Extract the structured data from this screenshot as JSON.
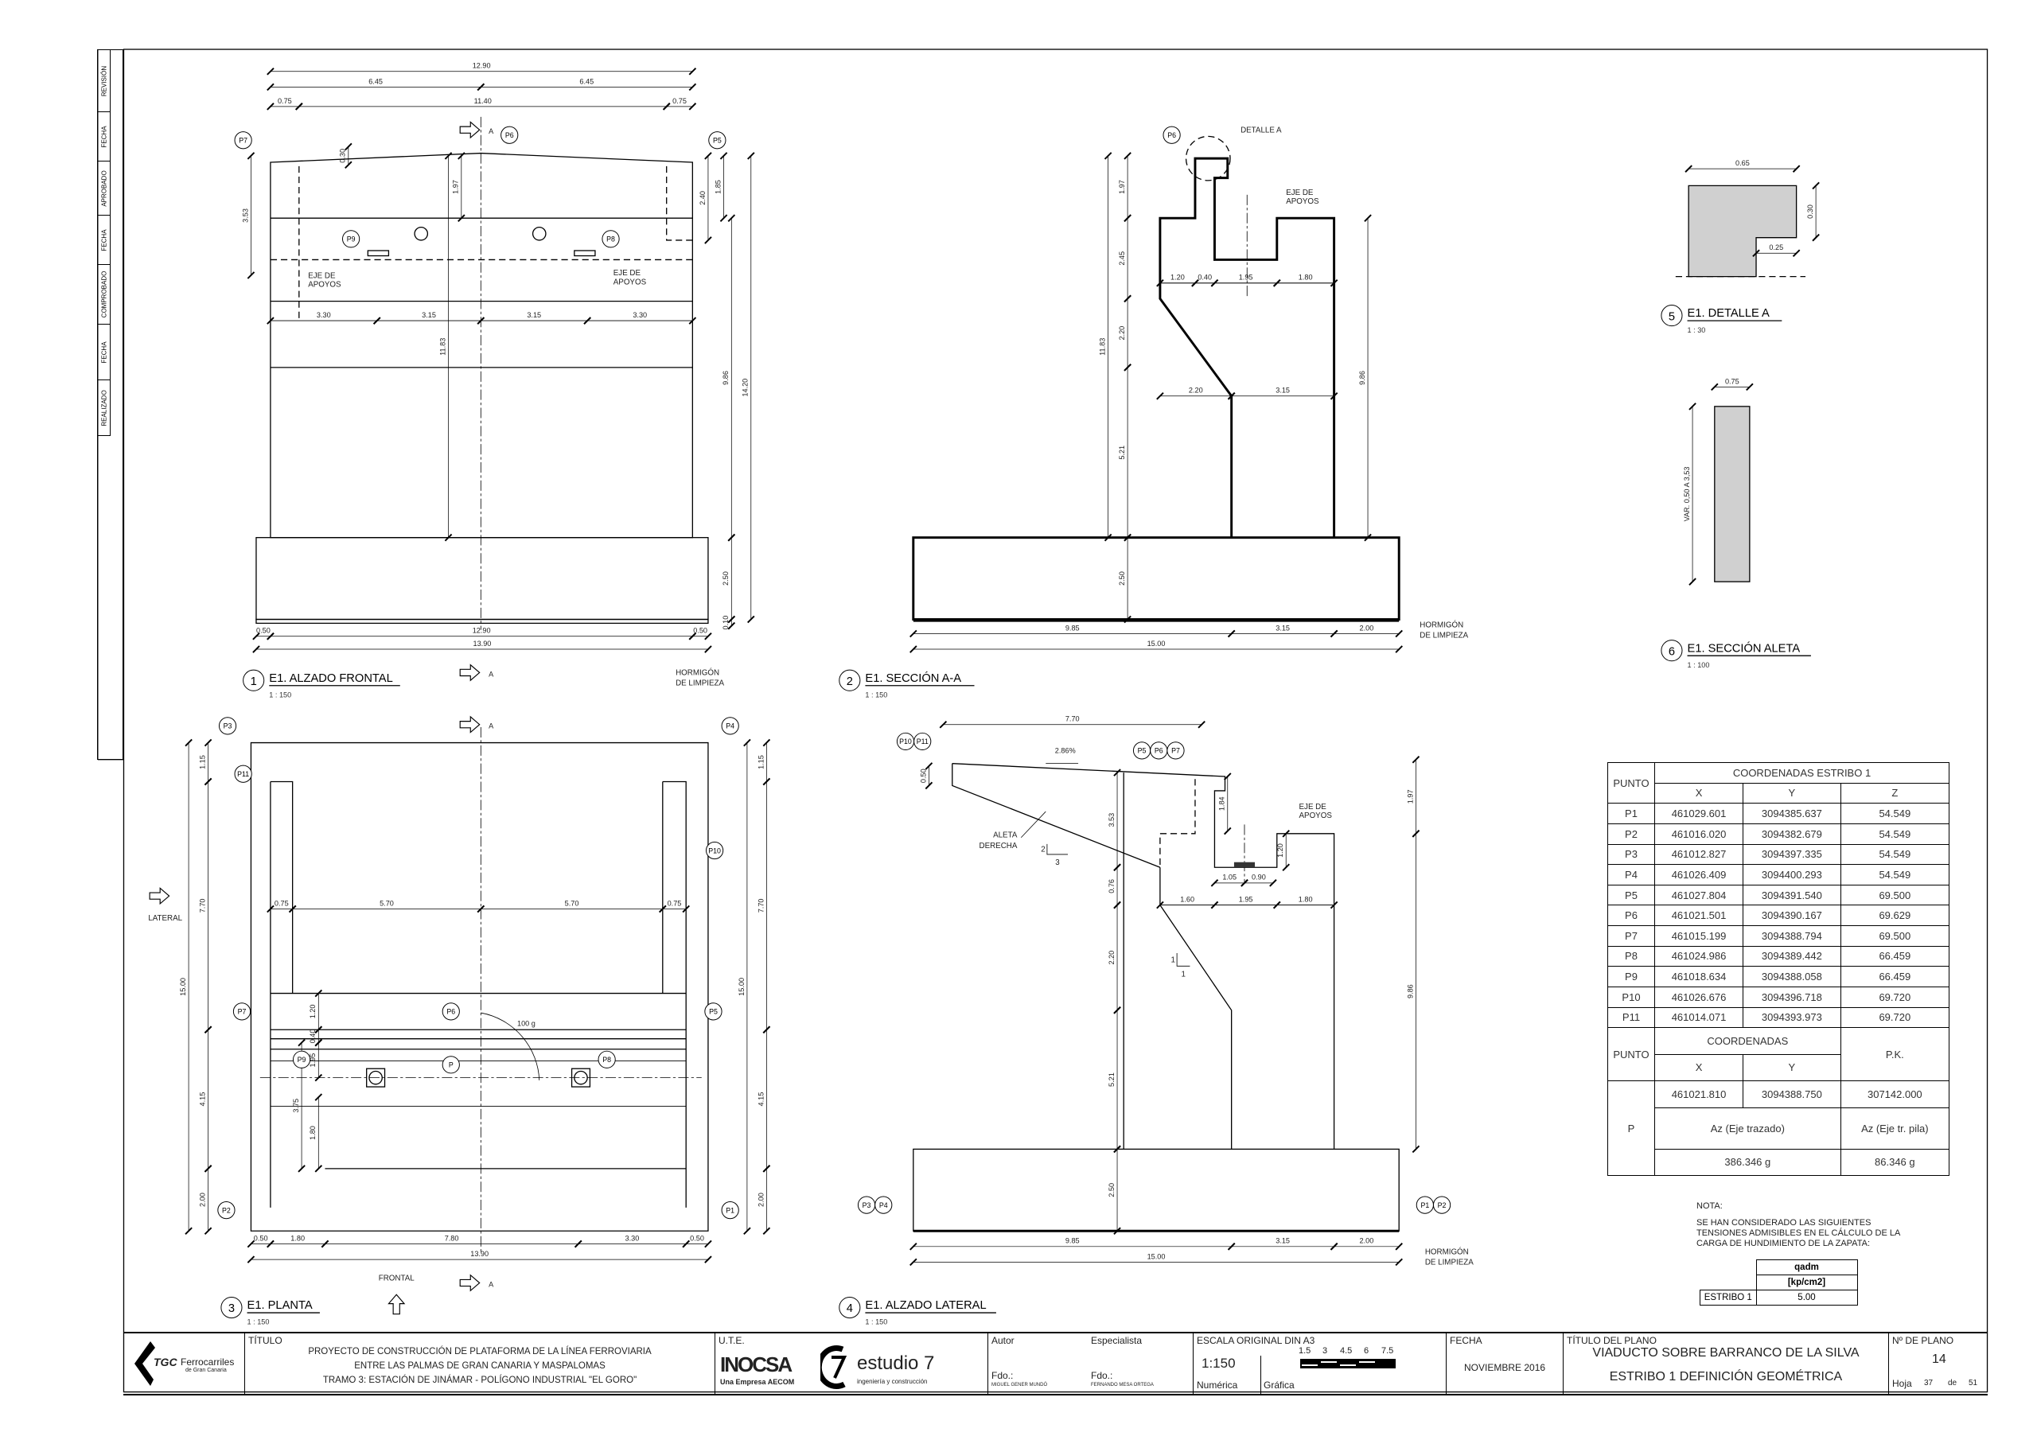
{
  "revision_strip": [
    "REVISIÓN",
    "FECHA",
    "APROBADO",
    "FECHA",
    "COMPROBADO",
    "FECHA",
    "REALIZADO"
  ],
  "common": {
    "eje": "EJE DE",
    "apoyos": "APOYOS",
    "limpieza1": "HORMIGÓN",
    "limpieza2": "DE LIMPIEZA",
    "section_mark": "A"
  },
  "v1": {
    "number": "1",
    "title": "E1. ALZADO FRONTAL",
    "scale": "1 : 150",
    "points": [
      "P7",
      "P6",
      "P5",
      "P9",
      "P8"
    ],
    "dims": [
      "12.90",
      "6.45",
      "6.45",
      "0.75",
      "11.40",
      "0.75",
      "0.30",
      "1.97",
      "3.53",
      "2.40",
      "1.85",
      "9.86",
      "14.20",
      "11.83",
      "3.30",
      "3.15",
      "3.15",
      "3.30",
      "2.50",
      "0.10",
      "0.50",
      "12.90",
      "0.50",
      "13.90"
    ]
  },
  "v2": {
    "number": "2",
    "title": "E1. SECCIÓN A-A",
    "scale": "1 : 150",
    "points": [
      "P6"
    ],
    "detail_label": "DETALLE A",
    "dims": [
      "1.97",
      "2.45",
      "2.20",
      "5.21",
      "2.50",
      "11.83",
      "9.86",
      "1.20",
      "0.40",
      "1.95",
      "1.80",
      "2.20",
      "3.15",
      "9.85",
      "3.15",
      "2.00",
      "15.00"
    ]
  },
  "v3": {
    "number": "3",
    "title": "E1. PLANTA",
    "scale": "1 : 150",
    "points": [
      "P3",
      "P4",
      "P11",
      "P10",
      "P7",
      "P5",
      "P6",
      "P9",
      "P8",
      "P",
      "P2",
      "P1"
    ],
    "lateral": "LATERAL",
    "frontal": "FRONTAL",
    "angle": "100 g",
    "dims": [
      "1.15",
      "7.70",
      "15.00",
      "4.15",
      "2.00",
      "1.15",
      "7.70",
      "15.00",
      "4.15",
      "2.00",
      "0.75",
      "5.70",
      "5.70",
      "0.75",
      "1.20",
      "0.40",
      "1.95",
      "3.75",
      "1.80",
      "0.50",
      "1.80",
      "7.80",
      "3.30",
      "0.50",
      "13.90"
    ]
  },
  "v4": {
    "number": "4",
    "title": "E1. ALZADO LATERAL",
    "scale": "1 : 150",
    "points": [
      "P10",
      "P11",
      "P5",
      "P6",
      "P7",
      "P3",
      "P4",
      "P1",
      "P2"
    ],
    "aleta1": "ALETA",
    "aleta2": "DERECHA",
    "slope1": [
      "2",
      "3"
    ],
    "slope2": [
      "1",
      "1"
    ],
    "dims": [
      "7.70",
      "2.86%",
      "0.50",
      "3.53",
      "1.84",
      "1.20",
      "1.05",
      "0.90",
      "1.60",
      "1.95",
      "1.80",
      "0.76",
      "2.20",
      "5.21",
      "2.50",
      "1.97",
      "9.86",
      "9.85",
      "3.15",
      "2.00",
      "15.00"
    ]
  },
  "v5": {
    "number": "5",
    "title": "E1. DETALLE A",
    "scale": "1 : 30",
    "dims": [
      "0.65",
      "0.30",
      "0.25"
    ]
  },
  "v6": {
    "number": "6",
    "title": "E1. SECCIÓN ALETA",
    "scale": "1 : 100",
    "dims": [
      "0.75",
      "VAR. 0,50 A 3,53"
    ]
  },
  "coords": {
    "title": "COORDENADAS ESTRIBO 1",
    "punto": "PUNTO",
    "headers": [
      "X",
      "Y",
      "Z"
    ],
    "rows": [
      [
        "P1",
        "461029.601",
        "3094385.637",
        "54.549"
      ],
      [
        "P2",
        "461016.020",
        "3094382.679",
        "54.549"
      ],
      [
        "P3",
        "461012.827",
        "3094397.335",
        "54.549"
      ],
      [
        "P4",
        "461026.409",
        "3094400.293",
        "54.549"
      ],
      [
        "P5",
        "461027.804",
        "3094391.540",
        "69.500"
      ],
      [
        "P6",
        "461021.501",
        "3094390.167",
        "69.629"
      ],
      [
        "P7",
        "461015.199",
        "3094388.794",
        "69.500"
      ],
      [
        "P8",
        "461024.986",
        "3094389.442",
        "66.459"
      ],
      [
        "P9",
        "461018.634",
        "3094388.058",
        "66.459"
      ],
      [
        "P10",
        "461026.676",
        "3094396.718",
        "69.720"
      ],
      [
        "P11",
        "461014.071",
        "3094393.973",
        "69.720"
      ]
    ],
    "p_header": "COORDENADAS",
    "p_x": "X",
    "p_y": "Y",
    "pk_header": "P.K.",
    "p_label": "P",
    "p_xval": "461021.810",
    "p_yval": "3094388.750",
    "pk_val": "307142.000",
    "az1_label": "Az (Eje trazado)",
    "az2_label": "Az (Eje tr. pila)",
    "az1_val": "386.346 g",
    "az2_val": "86.346 g"
  },
  "nota": {
    "title": "NOTA:",
    "lines": [
      "SE HAN CONSIDERADO LAS SIGUIENTES",
      "TENSIONES ADMISIBLES EN EL CÁLCULO DE LA",
      "CARGA DE HUNDIMIENTO DE LA ZAPATA:"
    ],
    "q_header": "qadm",
    "q_unit": "[kp/cm2]",
    "row_label": "ESTRIBO 1",
    "row_value": "5.00"
  },
  "title_block": {
    "logo_brand": "TGC",
    "logo_name": "Ferrocarriles",
    "logo_sub": "de Gran Canaria",
    "titulo_label": "TÍTULO",
    "titulo_lines": [
      "PROYECTO DE CONSTRUCCIÓN DE PLATAFORMA DE LA LÍNEA FERROVIARIA",
      "ENTRE LAS PALMAS DE GRAN CANARIA Y MASPALOMAS",
      "TRAMO 3: ESTACIÓN DE JINÁMAR - POLÍGONO INDUSTRIAL \"EL GORO\""
    ],
    "ute_label": "U.T.E.",
    "ute_inocsa": "INOCSA",
    "ute_inocsa_sub": "Una Empresa AECOM",
    "ute_estudio": "estudio 7",
    "ute_estudio_sub": "ingeniería y construcción",
    "autor_label": "Autor",
    "especialista_label": "Especialista",
    "fdo": "Fdo.:",
    "autor_name": "MIGUEL GENER MUNDÓ",
    "especialista_name": "FERNANDO MESA ORTEGA",
    "escala_label": "ESCALA ORIGINAL DIN A3",
    "escala_value": "1:150",
    "numerica": "Numérica",
    "grafica": "Gráfica",
    "scale_ticks": [
      "1.5",
      "3",
      "4.5",
      "6",
      "7.5"
    ],
    "fecha_label": "FECHA",
    "fecha_value": "NOVIEMBRE 2016",
    "plano_label": "TÍTULO DEL PLANO",
    "plano_line1": "VIADUCTO SOBRE BARRANCO DE LA SILVA",
    "plano_line2": "ESTRIBO 1 DEFINICIÓN GEOMÉTRICA",
    "num_label": "Nº DE PLANO",
    "num_value": "14",
    "hoja_label": "Hoja",
    "hoja_value": "37",
    "de_label": "de",
    "de_value": "51"
  }
}
